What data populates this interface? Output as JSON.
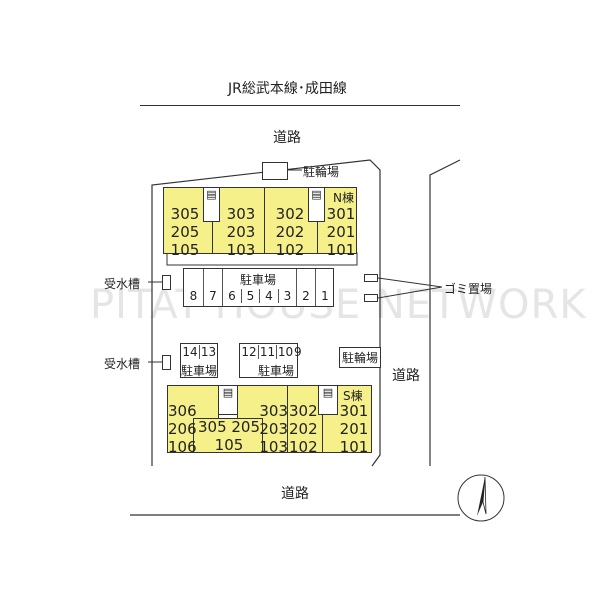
{
  "rail_label": "JR総武本線･成田線",
  "road_labels": {
    "north": "道路",
    "east": "道路",
    "south": "道路"
  },
  "bicycle_label": "駐輪場",
  "water_tank_label": "受水槽",
  "garbage_label": "ゴミ置場",
  "parking_label": "駐車場",
  "watermark": "PITAT HOUSE NETWORK",
  "north_building": {
    "name": "N棟",
    "units": [
      [
        "305",
        "205",
        "105"
      ],
      [
        "303",
        "203",
        "103"
      ],
      [
        "302",
        "202",
        "102"
      ],
      [
        "301",
        "201",
        "101"
      ]
    ]
  },
  "south_building": {
    "name": "S棟",
    "units": [
      [
        "306",
        "206",
        "106"
      ],
      [
        "305 205",
        "105"
      ],
      [
        "303",
        "203",
        "103"
      ],
      [
        "302",
        "202",
        "102"
      ],
      [
        "301",
        "201",
        "101"
      ]
    ]
  },
  "north_parking": [
    "8",
    "7",
    "6",
    "5",
    "4",
    "3",
    "2",
    "1"
  ],
  "south_parking_a": [
    "14",
    "13"
  ],
  "south_parking_b": [
    "12",
    "11",
    "10",
    "9"
  ]
}
